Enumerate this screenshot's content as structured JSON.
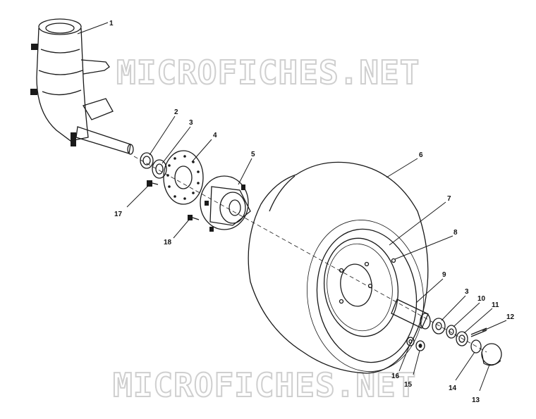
{
  "watermark": {
    "top": "MICROFICHES.NET",
    "bottom": "MICROFICHES.NET"
  },
  "callouts": [
    {
      "id": "1",
      "label": "1"
    },
    {
      "id": "2",
      "label": "2"
    },
    {
      "id": "3a",
      "label": "3"
    },
    {
      "id": "4",
      "label": "4"
    },
    {
      "id": "5",
      "label": "5"
    },
    {
      "id": "6",
      "label": "6"
    },
    {
      "id": "7",
      "label": "7"
    },
    {
      "id": "8",
      "label": "8"
    },
    {
      "id": "9",
      "label": "9"
    },
    {
      "id": "3b",
      "label": "3"
    },
    {
      "id": "10",
      "label": "10"
    },
    {
      "id": "11",
      "label": "11"
    },
    {
      "id": "12",
      "label": "12"
    },
    {
      "id": "13",
      "label": "13"
    },
    {
      "id": "14",
      "label": "14"
    },
    {
      "id": "15",
      "label": "15"
    },
    {
      "id": "16",
      "label": "16"
    },
    {
      "id": "17",
      "label": "17"
    },
    {
      "id": "18",
      "label": "18"
    }
  ]
}
